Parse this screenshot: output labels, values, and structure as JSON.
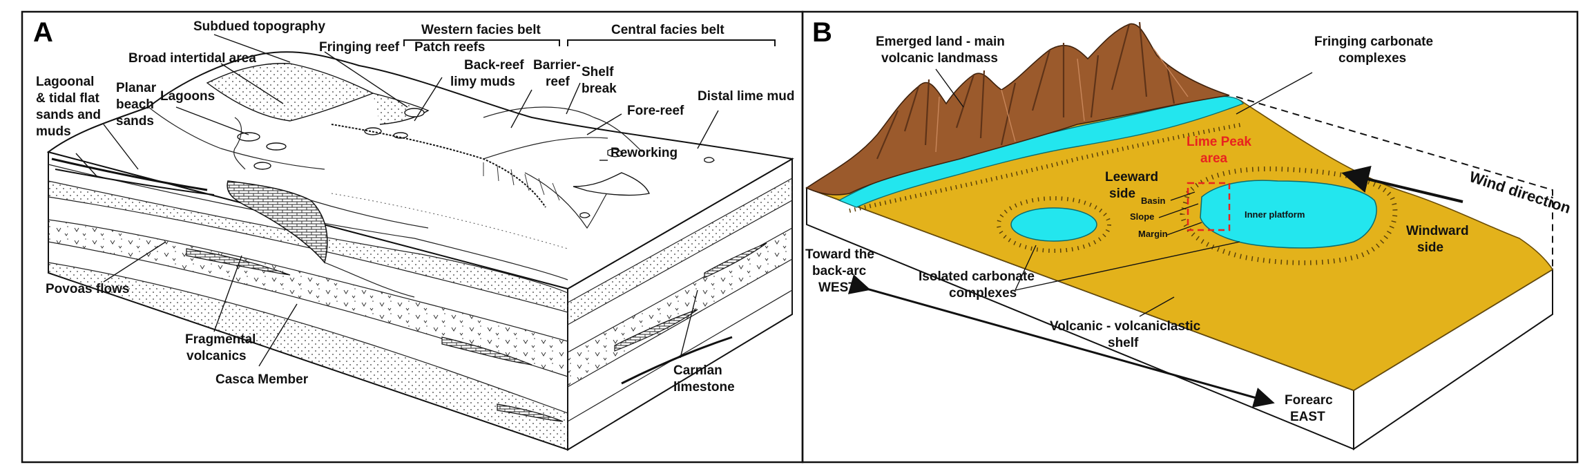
{
  "panel_a": {
    "letter": "A",
    "labels": {
      "subdued_topography": "Subdued topography",
      "western_facies_belt": "Western facies belt",
      "central_facies_belt": "Central facies belt",
      "broad_intertidal_area": "Broad intertidal area",
      "fringing_reef": "Fringing reef",
      "patch_reefs": "Patch reefs",
      "lagoonal_line1": "Lagoonal",
      "lagoonal_line2": "& tidal flat",
      "lagoonal_line3": "sands and",
      "lagoonal_line4": "muds",
      "planar_line1": "Planar",
      "planar_line2": "beach",
      "planar_line3": "sands",
      "lagoons": "Lagoons",
      "back_reef_line1": "Back-reef",
      "back_reef_line2": "limy muds",
      "barrier_line1": "Barrier-",
      "barrier_line2": "reef",
      "shelf_line1": "Shelf",
      "shelf_line2": "break",
      "fore_reef": "Fore-reef",
      "distal_lime_mud": "Distal lime mud",
      "reworking": "Reworking",
      "povoas_flows": "Povoas flows",
      "fragmental_line1": "Fragmental",
      "fragmental_line2": "volcanics",
      "casca_member": "Casca Member",
      "carnian_line1": "Carnian",
      "carnian_line2": "limestone"
    }
  },
  "panel_b": {
    "letter": "B",
    "labels": {
      "emerged_line1": "Emerged land - main",
      "emerged_line2": "volcanic landmass",
      "fringing_line1": "Fringing carbonate",
      "fringing_line2": "complexes",
      "lime_peak_line1": "Lime Peak",
      "lime_peak_line2": "area",
      "leeward_line1": "Leeward",
      "leeward_line2": "side",
      "basin": "Basin",
      "slope": "Slope",
      "margin": "Margin",
      "inner_platform": "Inner platform",
      "wind_direction": "Wind direction",
      "windward_line1": "Windward",
      "windward_line2": "side",
      "toward_line1": "Toward the",
      "toward_line2": "back-arc",
      "toward_line3": "WEST",
      "isolated_line1": "Isolated carbonate",
      "isolated_line2": "complexes",
      "volcanic_line1": "Volcanic - volcaniclastic",
      "volcanic_line2": "shelf",
      "forearc_line1": "Forearc",
      "forearc_line2": "EAST"
    }
  },
  "colors": {
    "shelf": "#e3b21b",
    "water": "#23e6ee",
    "mountain": "#9b5a2c",
    "mountain_dark": "#5e3318",
    "lime_peak": "#e8231f",
    "line": "#111111"
  }
}
